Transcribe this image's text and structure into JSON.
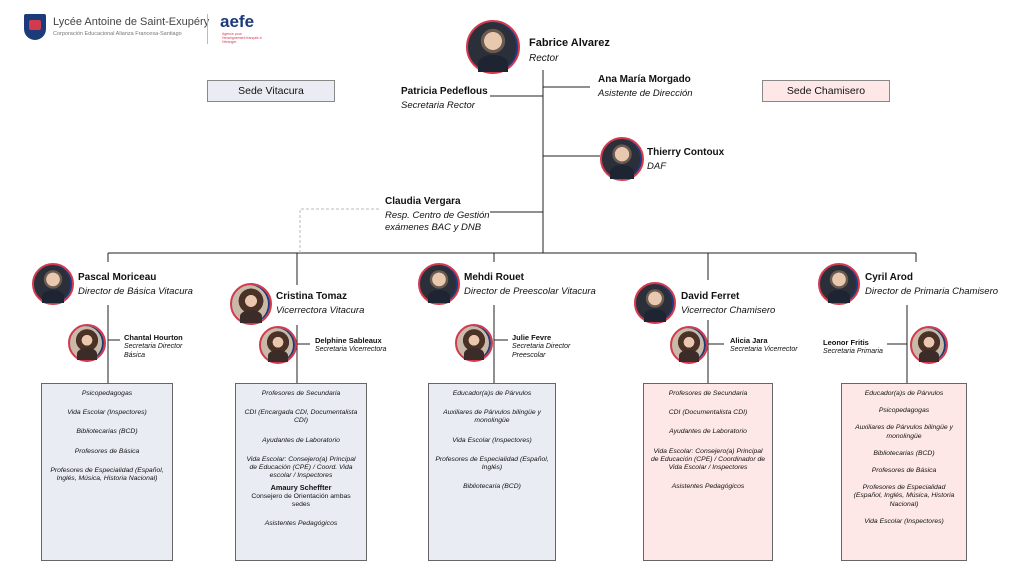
{
  "header": {
    "school_name": "Lycée Antoine de Saint-Exupéry",
    "school_sub": "Corporación Educacional Alianza Francesa-Santiago",
    "aefe": "aefe",
    "aefe_sub": "Agence pour l'enseignement français à l'étranger"
  },
  "sedes": {
    "left": "Sede Vitacura",
    "right": "Sede Chamisero"
  },
  "top": [
    {
      "name": "Fabrice Alvarez",
      "role": "Rector"
    },
    {
      "name": "Patricia Pedeflous",
      "role": "Secretaria Rector"
    },
    {
      "name": "Ana María Morgado",
      "role": "Asistente de Dirección"
    },
    {
      "name": "Thierry Contoux",
      "role": "DAF"
    },
    {
      "name": "Claudia Vergara",
      "role": "Resp. Centro de Gestión exámenes BAC y DNB"
    }
  ],
  "directors": [
    {
      "name": "Pascal Moriceau",
      "role": "Director de Básica Vitacura"
    },
    {
      "name": "Cristina Tomaz",
      "role": "Vicerrectora Vitacura"
    },
    {
      "name": "Mehdi Rouet",
      "role": "Director de Preescolar Vitacura"
    },
    {
      "name": "David Ferret",
      "role": "Vicerrector Chamisero"
    },
    {
      "name": "Cyril Arod",
      "role": "Director de Primaria Chamisero"
    }
  ],
  "assistants": [
    {
      "name": "Chantal Hourton",
      "role": "Secretaria Director Básica"
    },
    {
      "name": "Delphine Sableaux",
      "role": "Secretaria Vicerrectora"
    },
    {
      "name": "Julie Fevre",
      "role": "Secretaria Director Preescolar"
    },
    {
      "name": "Alicia Jara",
      "role": "Secretaria Vicerrector"
    },
    {
      "name": "Leonor Fritis",
      "role": "Secretaria Primaria"
    }
  ],
  "boxes": [
    [
      "Psicopedagogas",
      "Vida Escolar (Inspectores)",
      "Bibliotecarias (BCD)",
      "Profesores  de Básica",
      "Profesores de Especialidad (Español, Inglés, Música, Historia Nacional)"
    ],
    [
      "Profesores de Secundaria",
      "CDI (Encargada CDI, Documentalista CDI)",
      "Ayudantes de Laboratorio",
      "Vida Escolar: Consejero(a) Principal de Educación (CPE) / Coord. Vida escolar / Inspectores"
    ],
    [
      "Educador(a)s de Párvulos",
      "Auxiliares de Párvulos bilingüe y monolingüe",
      "Vida Escolar (Inspectores)",
      "Profesores de Especialidad (Español, Inglés)",
      "Bibliotecaria (BCD)"
    ],
    [
      "Profesores de Secundaria",
      "CDI (Documentalista CDI)",
      "Ayudantes de Laboratorio",
      "Vida Escolar: Consejero(a) Principal de Educación (CPE) / Coordinador de Vida Escolar / Inspectores",
      "Asistentes Pedagógicos"
    ],
    [
      "Educador(a)s de Párvulos",
      "Psicopedagogas",
      "Auxiliares de Párvulos bilingüe y monolingüe",
      "Bibliotecarias (BCD)",
      "Profesores de Básica",
      "Profesores de Especialidad (Español, Inglés, Música, Historia Nacional)",
      "Vida Escolar (Inspectores)"
    ]
  ],
  "box2_extra": {
    "name": "Amaury Scheffter",
    "role": "Consejero de Orientación ambas sedes",
    "last": "Asistentes Pedagógicos"
  },
  "colors": {
    "accent_red": "#d23a4e",
    "accent_blue": "#1c3b7a",
    "box_blue": "#e9edf3",
    "box_pink": "#fde7e7"
  }
}
